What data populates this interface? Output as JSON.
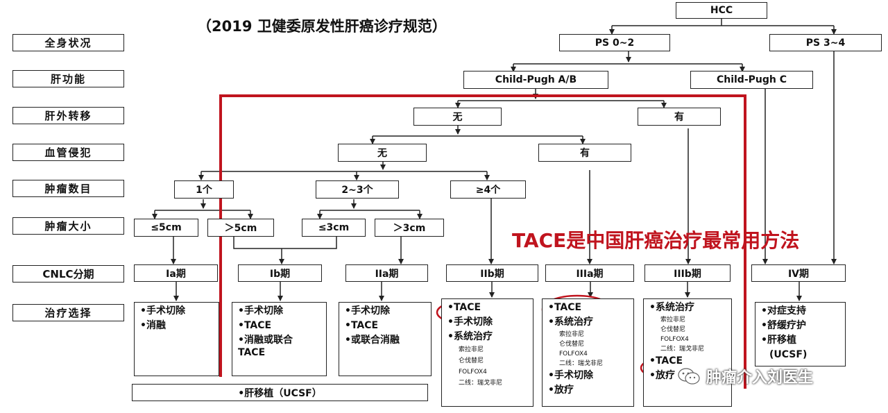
{
  "title": "（2019 卫健委原发性肝癌诊疗规范）",
  "highlight_text": "TACE是中国肝癌治疗最常用方法",
  "watermark": "肿瘤介入刘医生",
  "colors": {
    "accent_red": "#c0141e",
    "line": "#222222"
  },
  "row_labels": [
    "全身状况",
    "肝功能",
    "肝外转移",
    "血管侵犯",
    "肿瘤数目",
    "肿瘤大小",
    "CNLC分期",
    "治疗选择"
  ],
  "nodes": {
    "hcc": "HCC",
    "ps_0_2": "PS  0~2",
    "ps_3_4": "PS  3~4",
    "child_ab": "Child-Pugh A/B",
    "child_c": "Child-Pugh C",
    "ext_none": "无",
    "ext_yes": "有",
    "vasc_none": "无",
    "vasc_yes": "有",
    "num_1": "1个",
    "num_2_3": "2~3个",
    "num_4": "≥4个",
    "size_le5": "≤5cm",
    "size_gt5": "＞5cm",
    "size_le3": "≤3cm",
    "size_gt3": "＞3cm"
  },
  "stages": [
    "Ia期",
    "Ib期",
    "IIa期",
    "IIb期",
    "IIIa期",
    "IIIb期",
    "IV期"
  ],
  "treatments": {
    "ia": [
      "•手术切除",
      "•消融"
    ],
    "ib": [
      "•手术切除",
      "•TACE",
      "•消融或联合",
      "TACE"
    ],
    "iia": [
      "•手术切除",
      "•TACE",
      "•或联合消融"
    ],
    "iib": {
      "items": [
        "•TACE",
        "•手术切除",
        "•系统治疗"
      ],
      "drugs": [
        "索拉非尼",
        "仑伐替尼",
        "FOLFOX4",
        "二线：瑞戈非尼"
      ]
    },
    "iiia": {
      "items_top": [
        "•TACE",
        "•系统治疗"
      ],
      "drugs": [
        "索拉非尼",
        "仑伐替尼",
        "FOLFOX4",
        "二线：瑞戈非尼"
      ],
      "items_bottom": [
        "•手术切除",
        "•放疗"
      ]
    },
    "iiib": {
      "items_top": [
        "•系统治疗"
      ],
      "drugs": [
        "索拉非尼",
        "仑伐替尼",
        "FOLFOX4",
        "二线：瑞戈非尼"
      ],
      "items_bottom": [
        "•TACE",
        "•放疗"
      ]
    },
    "iv": [
      "•对症支持",
      "•舒缓疗护",
      "•肝移植",
      "(UCSF)"
    ]
  },
  "transplant": "•肝移植（UCSF）"
}
